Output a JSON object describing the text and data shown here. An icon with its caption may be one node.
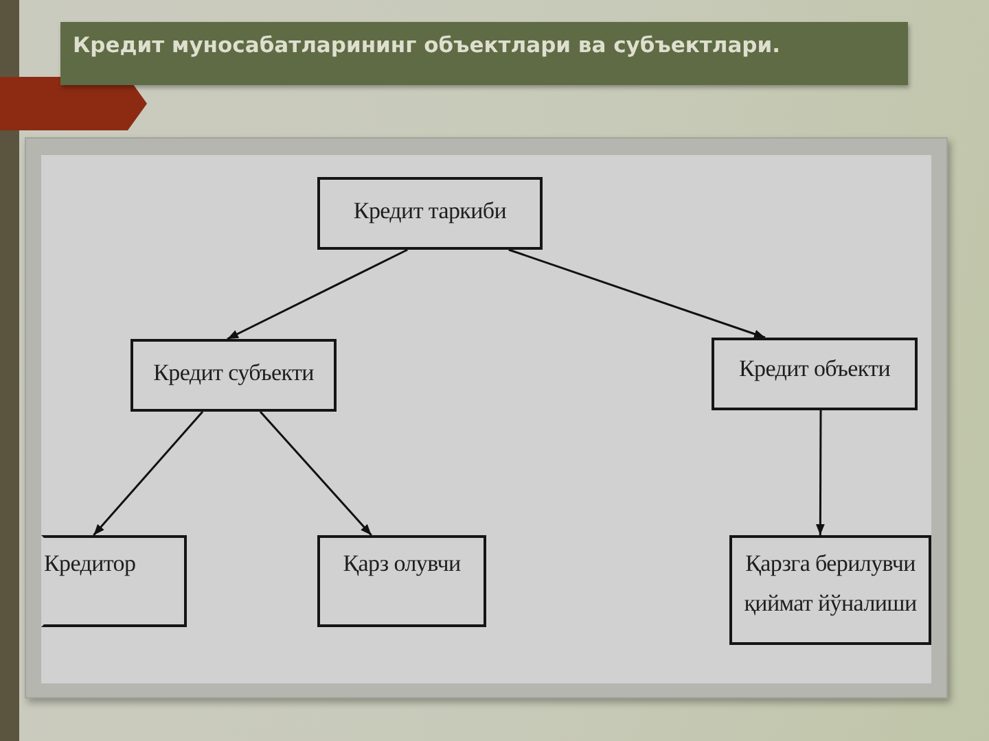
{
  "diagram": {
    "title": "Кредит муносабатларининг объектлари ва субъектлари.",
    "nodes": [
      {
        "text": [
          "Кредит таркиби"
        ]
      },
      {
        "text": [
          "Кредит субъекти"
        ]
      },
      {
        "text": [
          "Кредит объекти"
        ]
      },
      {
        "text": [
          "Кредитор"
        ]
      },
      {
        "text": [
          "Қарз олувчи"
        ]
      },
      {
        "text": [
          "Қарзга берилувчи қиймат йўналиши"
        ]
      }
    ],
    "edges": [
      {
        "from": 0,
        "to": 1,
        "arrow": "to"
      },
      {
        "from": 0,
        "to": 2,
        "arrow": "to"
      },
      {
        "from": 1,
        "to": 3,
        "arrow": "to"
      },
      {
        "from": 1,
        "to": 4,
        "arrow": "to"
      },
      {
        "from": 2,
        "to": 5,
        "arrow": "to"
      }
    ]
  }
}
